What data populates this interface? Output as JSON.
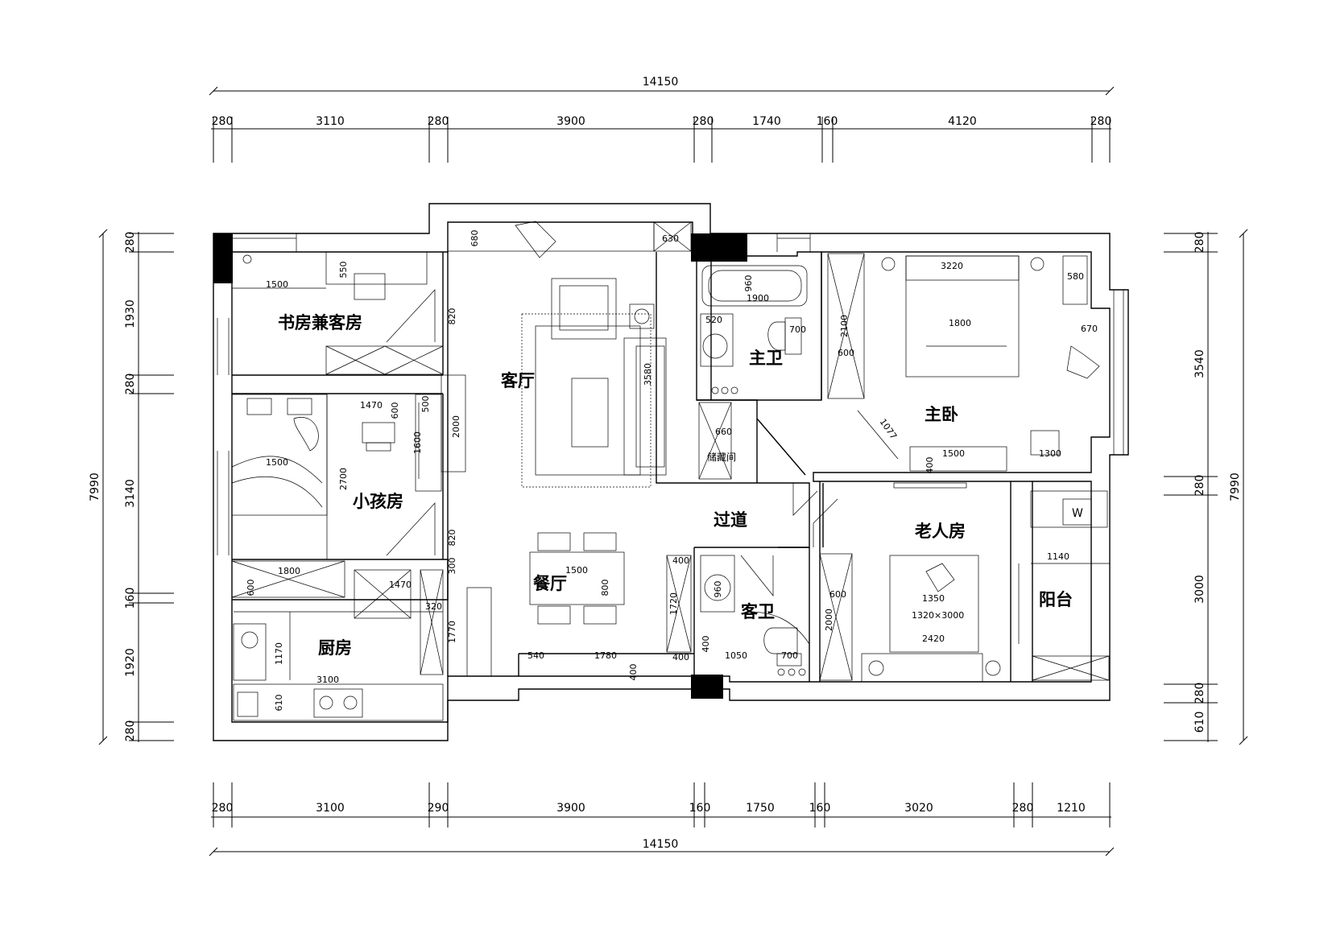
{
  "rooms": {
    "study": "书房兼客房",
    "living": "客厅",
    "master_bath": "主卫",
    "master_bedroom": "主卧",
    "child_room": "小孩房",
    "storage": "储藏间",
    "corridor": "过道",
    "elder_room": "老人房",
    "dining": "餐厅",
    "guest_bath": "客卫",
    "kitchen": "厨房",
    "balcony": "阳台",
    "washer": "W"
  },
  "dims": {
    "top_total": "14150",
    "top": [
      "280",
      "3110",
      "280",
      "3900",
      "280",
      "1740",
      "160",
      "4120",
      "280"
    ],
    "bottom_total": "14150",
    "bottom": [
      "280",
      "3100",
      "290",
      "3900",
      "160",
      "1750",
      "160",
      "3020",
      "280",
      "1210"
    ],
    "left_total": "7990",
    "left": [
      "280",
      "1930",
      "280",
      "3140",
      "160",
      "1920",
      "280"
    ],
    "right_total": "7990",
    "right": [
      "280",
      "3540",
      "280",
      "3000",
      "280",
      "610"
    ]
  },
  "inner": {
    "d680": "680",
    "d630": "630",
    "d1500a": "1500",
    "d550": "550",
    "d820a": "820",
    "d960": "960",
    "d1900": "1900",
    "d520": "520",
    "d700a": "700",
    "d3220": "3220",
    "d580": "580",
    "d2100": "2100",
    "d600a": "600",
    "d1800a": "1800",
    "d670": "670",
    "d3580": "3580",
    "d1470a": "1470",
    "d600b": "600",
    "d500": "500",
    "d2000a": "2000",
    "d660": "660",
    "d1077": "1077",
    "d1500b": "1500",
    "d1300": "1300",
    "d400a": "400",
    "d1600": "1600",
    "d2700": "2700",
    "d1500c": "1500",
    "d820b": "820",
    "d300": "300",
    "d1800b": "1800",
    "d600c": "600",
    "d1470b": "1470",
    "d320": "320",
    "d1170a": "1170",
    "d1770": "1770",
    "d1500d": "1500",
    "d800": "800",
    "d400b": "400",
    "d1720": "1720",
    "d960b": "960",
    "d1350": "1350",
    "bed_size": "1320×3000",
    "d2420": "2420",
    "d1140": "1140",
    "d600d": "600",
    "d2000b": "2000",
    "d3100": "3100",
    "d610": "610",
    "d540": "540",
    "d1780": "1780",
    "d400c": "400",
    "d400d": "400",
    "d1050": "1050",
    "d700b": "700",
    "d400e": "400"
  }
}
